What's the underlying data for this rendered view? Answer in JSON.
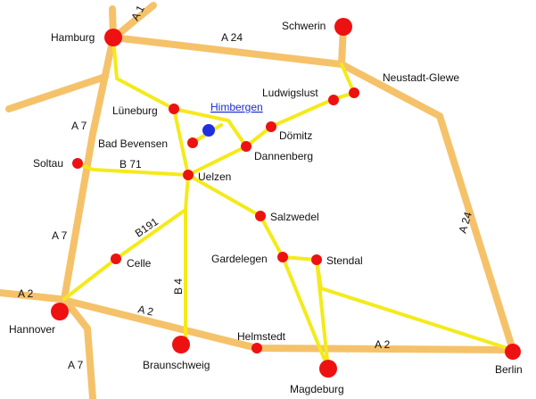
{
  "colors": {
    "highway": "#f5c26a",
    "federal_road": "#f4ea1a",
    "big_city": "#ee1111",
    "town": "#ee1111",
    "marker": "#1f2fe0",
    "link": "#1a2bd6"
  },
  "highlight": {
    "label": "Himbergen",
    "marker": "blue-dot"
  },
  "road_labels": {
    "a1": "A 1",
    "a24_top": "A 24",
    "a24_right": "A 24",
    "a7_upper": "A 7",
    "a7_mid": "A 7",
    "a7_bottom": "A 7",
    "a2_left": "A 2",
    "a2_mid": "A 2",
    "a2_right": "A 2",
    "b71": "B 71",
    "b191": "B191",
    "b4": "B 4"
  },
  "cities": {
    "hamburg": "Hamburg",
    "schwerin": "Schwerin",
    "neustadt_glewe": "Neustadt-Glewe",
    "ludwigslust": "Ludwigslust",
    "lueneburg": "Lüneburg",
    "doemitz": "Dömitz",
    "bad_bevensen": "Bad Bevensen",
    "dannenberg": "Dannenberg",
    "soltau": "Soltau",
    "uelzen": "Uelzen",
    "salzwedel": "Salzwedel",
    "celle": "Celle",
    "gardelegen": "Gardelegen",
    "stendal": "Stendal",
    "hannover": "Hannover",
    "helmstedt": "Helmstedt",
    "braunschweig": "Braunschweig",
    "magdeburg": "Magdeburg",
    "berlin": "Berlin"
  }
}
